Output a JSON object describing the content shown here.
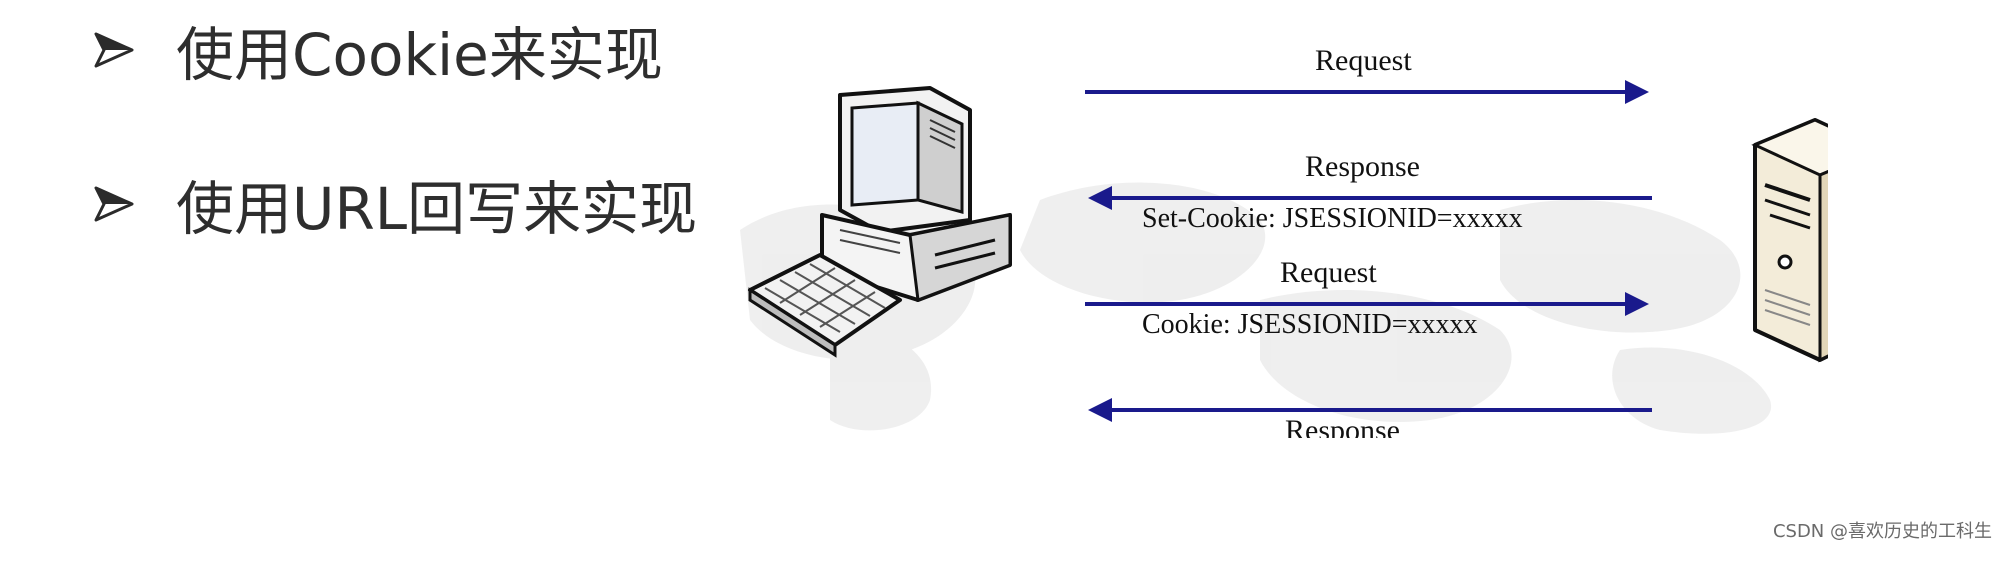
{
  "bullets": [
    {
      "marker_icon": "arrowhead-bullet-icon",
      "text": "使用Cookie来实现"
    },
    {
      "marker_icon": "arrowhead-bullet-icon",
      "text": "使用URL回写来实现"
    }
  ],
  "diagram": {
    "client_icon": "desktop-computer-icon",
    "server_icon": "server-tower-globe-icon",
    "arrow_color": "#1a1a8c",
    "messages": [
      {
        "direction": "client-to-server",
        "label": "Request",
        "header": ""
      },
      {
        "direction": "server-to-client",
        "label": "Response",
        "header": "Set-Cookie: JSESSIONID=xxxxx"
      },
      {
        "direction": "client-to-server",
        "label": "Request",
        "header": "Cookie: JSESSIONID=xxxxx"
      },
      {
        "direction": "server-to-client",
        "label": "Response",
        "header": ""
      }
    ]
  },
  "watermark": "CSDN @喜欢历史的工科生"
}
